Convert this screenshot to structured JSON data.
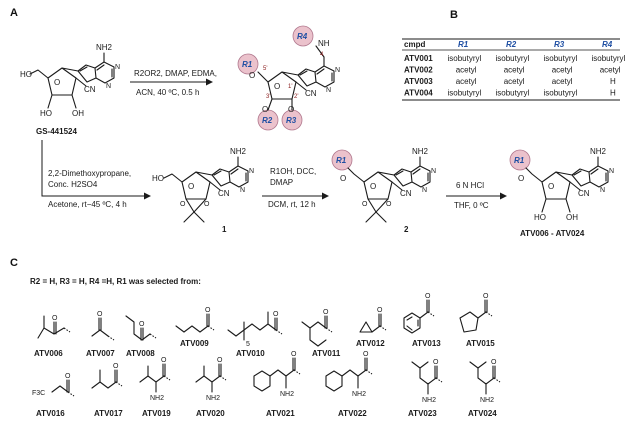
{
  "panels": {
    "a": "A",
    "b": "B",
    "c": "C"
  },
  "atoms": {
    "nh2": "NH2",
    "nh": "NH",
    "n": "N",
    "ho": "HO",
    "oh": "OH",
    "o": "O",
    "cn": "CN"
  },
  "ring_numbers": {
    "n4": "4",
    "n5p": "5'",
    "n1p": "1'",
    "n2p": "2'",
    "n3p": "3'"
  },
  "r_labels": {
    "r1": "R1",
    "r2": "R2",
    "r3": "R3",
    "r4": "R4"
  },
  "compounds": {
    "gs": "GS-441524",
    "c1": "1",
    "c2": "2",
    "product": "ATV006 - ATV024"
  },
  "conditions": {
    "step_top_1": "R2OR2, DMAP, EDMA,",
    "step_top_2": "ACN, 40 ºC, 0.5 h",
    "step_acetonide_1": "2,2-Dimethoxypropane,",
    "step_acetonide_2": "Conc. H2SO4",
    "step_acetonide_3": "Acetone, rt−45 ºC, 4 h",
    "step_ester_1": "R1OH, DCC,",
    "step_ester_2": "DMAP",
    "step_ester_3": "DCM, rt, 12 h",
    "step_deprot_1": "6 N HCl",
    "step_deprot_2": "THF, 0 ºC"
  },
  "table": {
    "headers": [
      "cmpd",
      "R1",
      "R2",
      "R3",
      "R4"
    ],
    "rows": [
      [
        "ATV001",
        "isobutyryl",
        "isobutyryl",
        "isobutyryl",
        "isobutyryl"
      ],
      [
        "ATV002",
        "acetyl",
        "acetyl",
        "acetyl",
        "acetyl"
      ],
      [
        "ATV003",
        "acetyl",
        "acetyl",
        "acetyl",
        "H"
      ],
      [
        "ATV004",
        "isobutyryl",
        "isobutyryl",
        "isobutyryl",
        "H"
      ]
    ]
  },
  "panel_c": {
    "caption": "R2 = H, R3 = H, R4 =H, R1 was selected from:",
    "subscript_5": "5",
    "substituent_atoms": {
      "o": "O",
      "nh2": "NH2",
      "f3c": "F3C"
    },
    "labels": [
      "ATV006",
      "ATV007",
      "ATV008",
      "ATV009",
      "ATV010",
      "ATV011",
      "ATV012",
      "ATV013",
      "ATV015",
      "ATV016",
      "ATV017",
      "ATV019",
      "ATV020",
      "ATV021",
      "ATV022",
      "ATV023",
      "ATV024"
    ]
  }
}
